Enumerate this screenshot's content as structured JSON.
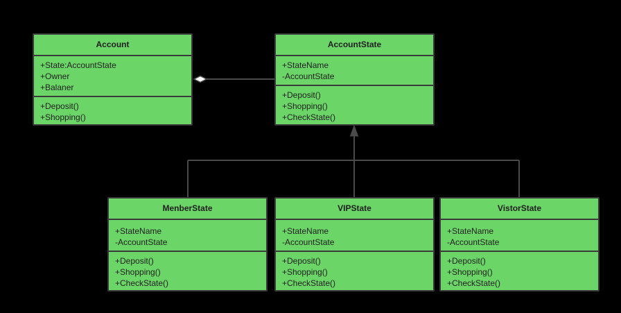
{
  "classes": {
    "account": {
      "name": "Account",
      "attributes": [
        "+State:AccountState",
        "+Owner",
        "+Balaner"
      ],
      "operations": [
        "+Deposit()",
        "+Shopping()"
      ]
    },
    "account_state": {
      "name": "AccountState",
      "attributes": [
        "+StateName",
        "-AccountState"
      ],
      "operations": [
        "+Deposit()",
        "+Shopping()",
        "+CheckState()"
      ]
    },
    "menber_state": {
      "name": "MenberState",
      "attributes": [
        "+StateName",
        "-AccountState"
      ],
      "operations": [
        "+Deposit()",
        "+Shopping()",
        "+CheckState()"
      ]
    },
    "vip_state": {
      "name": "VIPState",
      "attributes": [
        "+StateName",
        "-AccountState"
      ],
      "operations": [
        "+Deposit()",
        "+Shopping()",
        "+CheckState()"
      ]
    },
    "vistor_state": {
      "name": "VistorState",
      "attributes": [
        "+StateName",
        "-AccountState"
      ],
      "operations": [
        "+Deposit()",
        "+Shopping()",
        "+CheckState()"
      ]
    }
  },
  "colors": {
    "background": "#000000",
    "class_fill": "#6cd568",
    "border": "#3a3a3a",
    "connector": "#4a4a4a"
  }
}
